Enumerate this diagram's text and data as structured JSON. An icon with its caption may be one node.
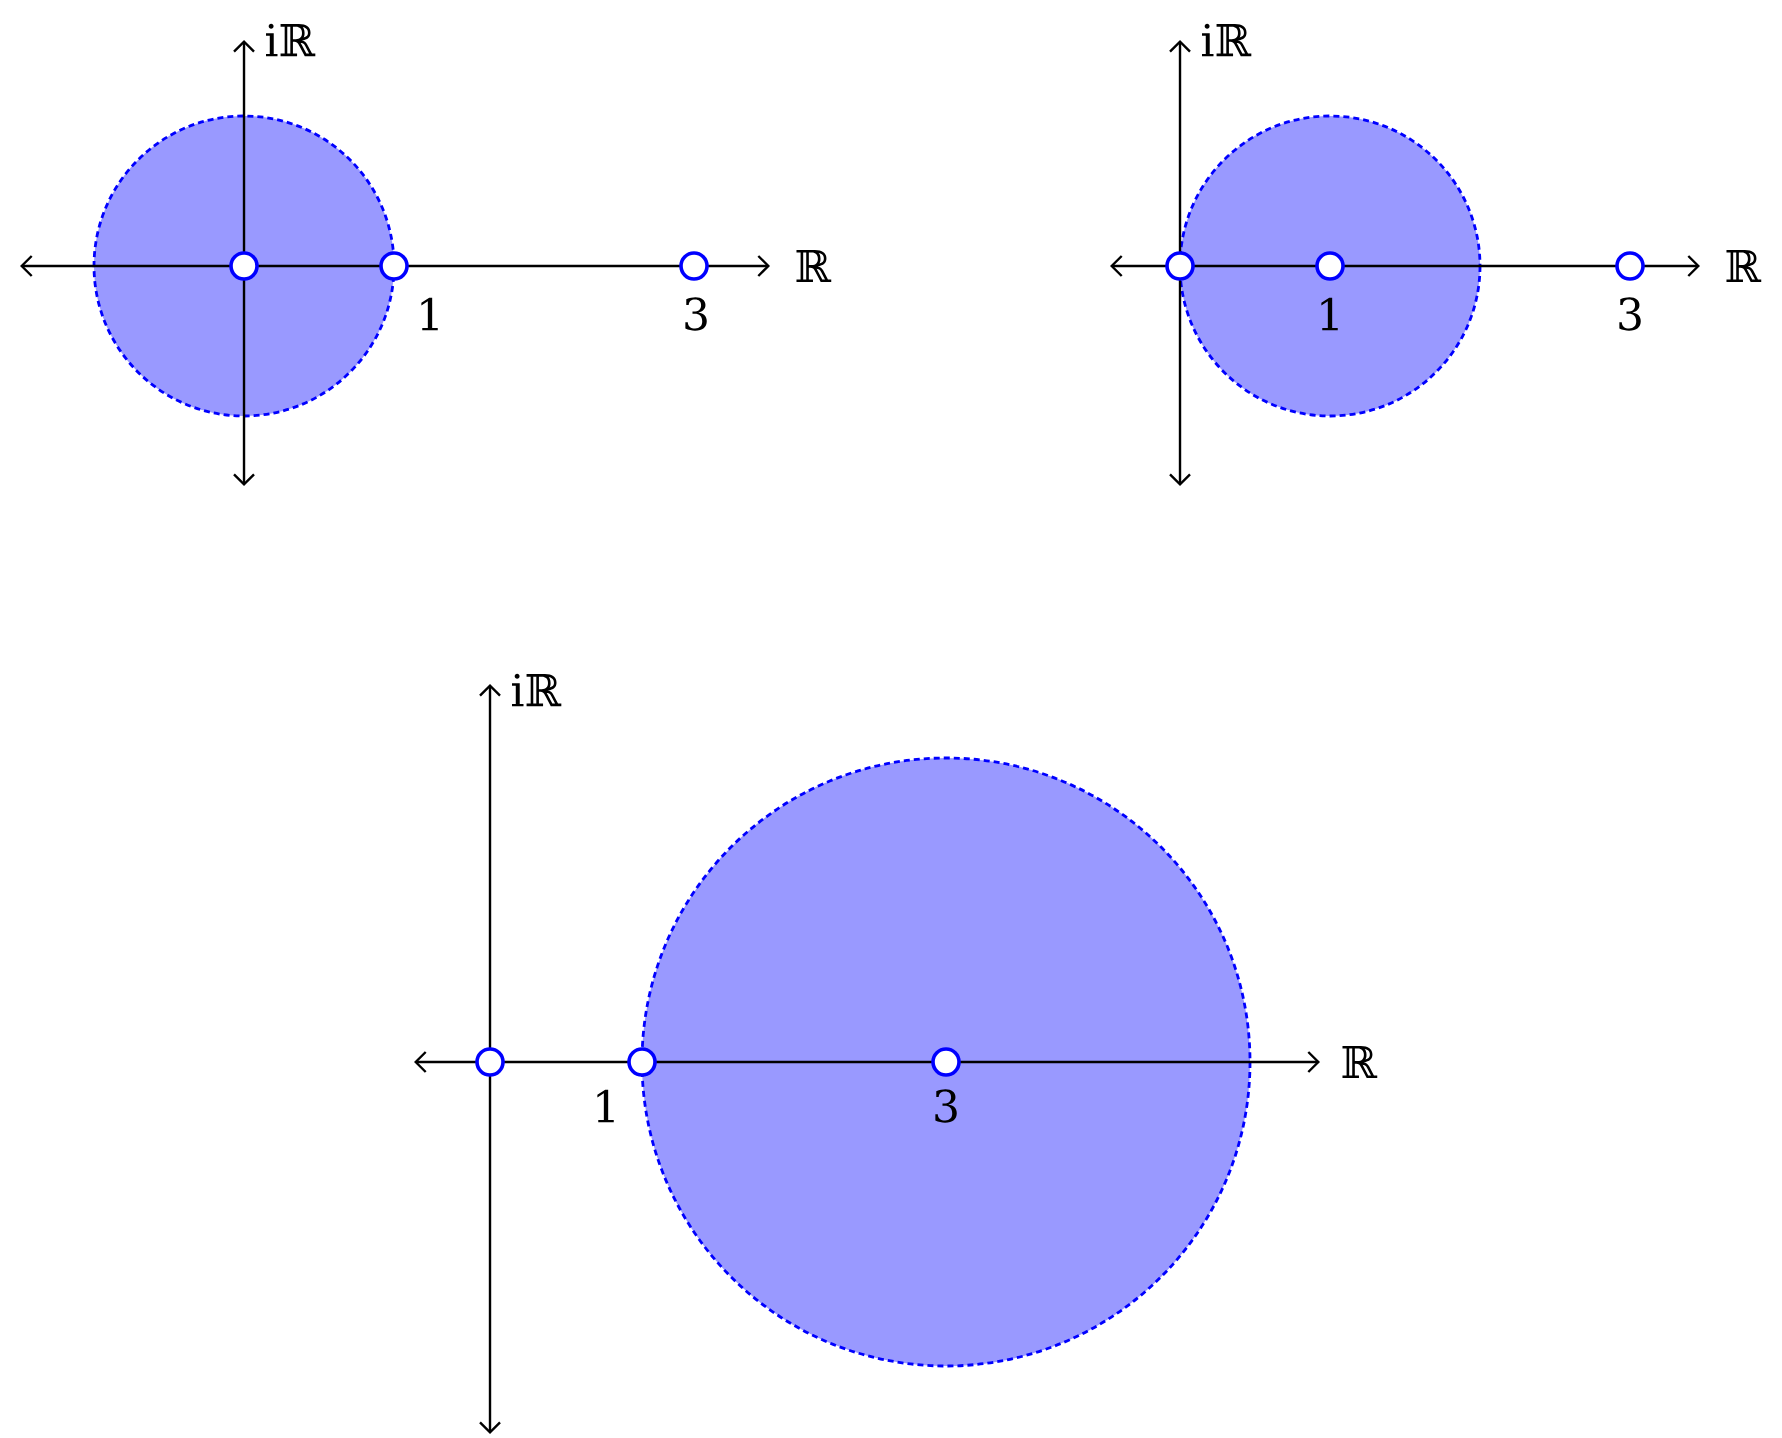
{
  "diagram": {
    "labels": [
      "iℝ",
      "ℝ",
      "1",
      "3",
      "iℝ",
      "ℝ",
      "1",
      "3",
      "iℝ",
      "ℝ",
      "1",
      "3"
    ]
  }
}
